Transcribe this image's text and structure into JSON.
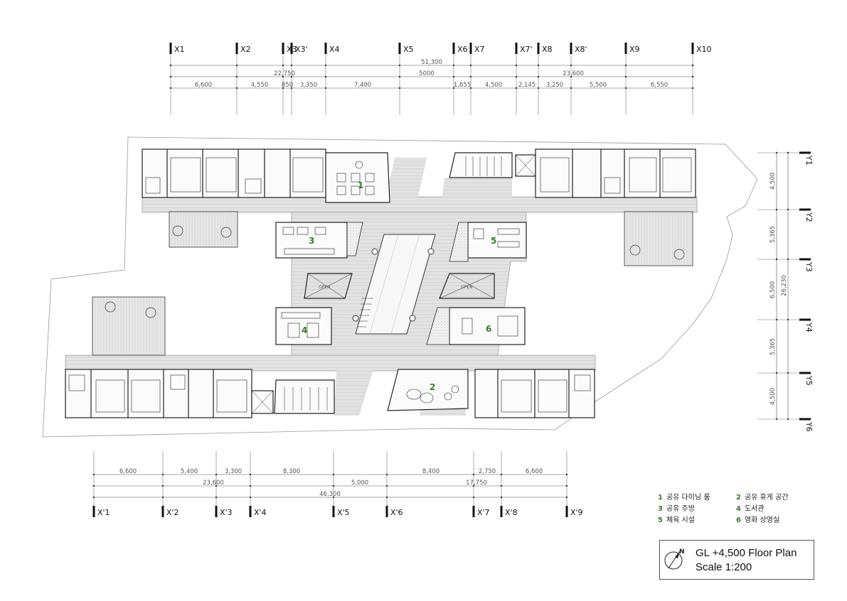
{
  "top_axes": [
    "X1",
    "X2",
    "X3",
    "X3'",
    "X4",
    "X5",
    "X6",
    "X7",
    "X7'",
    "X8",
    "X8'",
    "X9",
    "X10"
  ],
  "top_dims": {
    "overall": "51,300",
    "row2": [
      "22,750",
      "5000",
      "23,600"
    ],
    "row3": [
      "6,600",
      "4,550",
      "850",
      "3,350",
      "7,400",
      "1,655",
      "4,500",
      "2,145",
      "3,250",
      "5,500",
      "6,550"
    ]
  },
  "bottom_axes": [
    "X'1",
    "X'2",
    "X'3",
    "X'4",
    "X'5",
    "X'6",
    "X'7",
    "X'8",
    "X'9"
  ],
  "bottom_dims": {
    "row1": [
      "6,600",
      "5,400",
      "3,300",
      "8,300",
      "8,400",
      "2,750",
      "6,600"
    ],
    "row2": [
      "23,600",
      "5,000",
      "17,750"
    ],
    "overall": "46,300"
  },
  "right_axes": [
    "Y1",
    "Y2",
    "Y3",
    "Y4",
    "Y5",
    "Y6"
  ],
  "right_dims": {
    "segments": [
      "4,500",
      "5,365",
      "6,500",
      "5,365",
      "4,500"
    ],
    "overall": "26,230"
  },
  "room_numbers": [
    "1",
    "2",
    "3",
    "4",
    "5",
    "6"
  ],
  "open_labels": [
    "OPEN",
    "OPEN"
  ],
  "legend": [
    {
      "num": "1",
      "label": "공유 다이닝 룸"
    },
    {
      "num": "2",
      "label": "공유 휴게 공간"
    },
    {
      "num": "3",
      "label": "공유 주방"
    },
    {
      "num": "4",
      "label": "도서관"
    },
    {
      "num": "5",
      "label": "체육 시설"
    },
    {
      "num": "6",
      "label": "영화 상영실"
    }
  ],
  "north_label": "N",
  "title": "GL +4,500 Floor Plan",
  "scale": "Scale 1:200",
  "colors": {
    "room_number": "#3a7a2c",
    "wall": "#222222",
    "corridor": "#dcdcdc",
    "terrace": "#e4e4e4"
  }
}
